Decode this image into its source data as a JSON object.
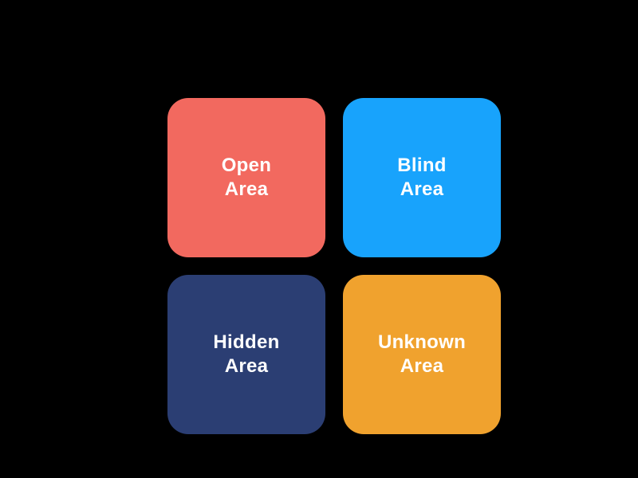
{
  "diagram": {
    "background_color": "#000000",
    "label_text_color": "#ffffff",
    "quadrants": [
      {
        "id": "open-area",
        "line1": "Open",
        "line2": "Area",
        "color": "#f2695f"
      },
      {
        "id": "blind-area",
        "line1": "Blind",
        "line2": "Area",
        "color": "#18a3fc"
      },
      {
        "id": "hidden-area",
        "line1": "Hidden",
        "line2": "Area",
        "color": "#2b3e73"
      },
      {
        "id": "unknown-area",
        "line1": "Unknown",
        "line2": "Area",
        "color": "#f0a22e"
      }
    ]
  }
}
